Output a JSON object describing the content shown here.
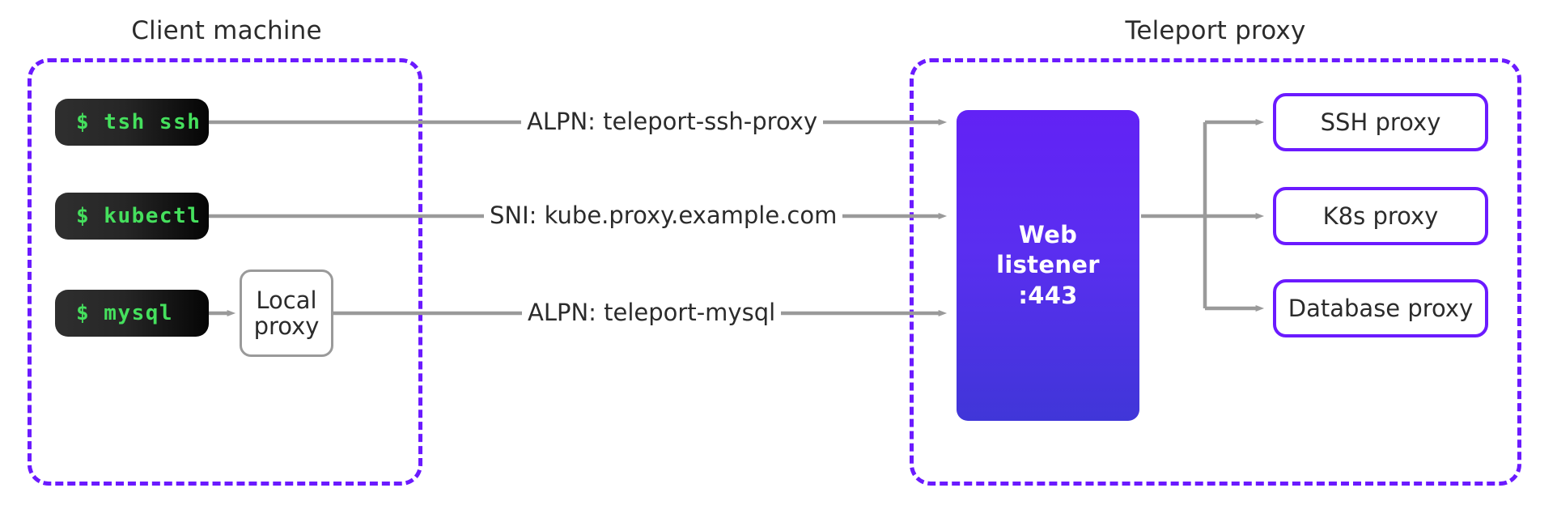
{
  "diagram": {
    "title_left": "Client machine",
    "title_right": "Teleport proxy",
    "accent_purple": "#6b1aff",
    "wire_gray": "#9a9a9a",
    "terminal_green": "#45e05d",
    "listener_gradient_from": "#6222f5",
    "listener_gradient_to": "#4036d8"
  },
  "client": {
    "terminals": [
      {
        "label": "$ tsh ssh"
      },
      {
        "label": "$ kubectl"
      },
      {
        "label": "$ mysql"
      }
    ],
    "local_proxy": {
      "line1": "Local",
      "line2": "proxy"
    }
  },
  "connections": [
    {
      "label": "ALPN: teleport-ssh-proxy"
    },
    {
      "label": "SNI: kube.proxy.example.com"
    },
    {
      "label": "ALPN: teleport-mysql"
    }
  ],
  "proxy": {
    "listener": {
      "line1": "Web",
      "line2": "listener",
      "line3": ":443"
    },
    "services": [
      {
        "label": "SSH proxy"
      },
      {
        "label": "K8s proxy"
      },
      {
        "label": "Database proxy"
      }
    ]
  }
}
